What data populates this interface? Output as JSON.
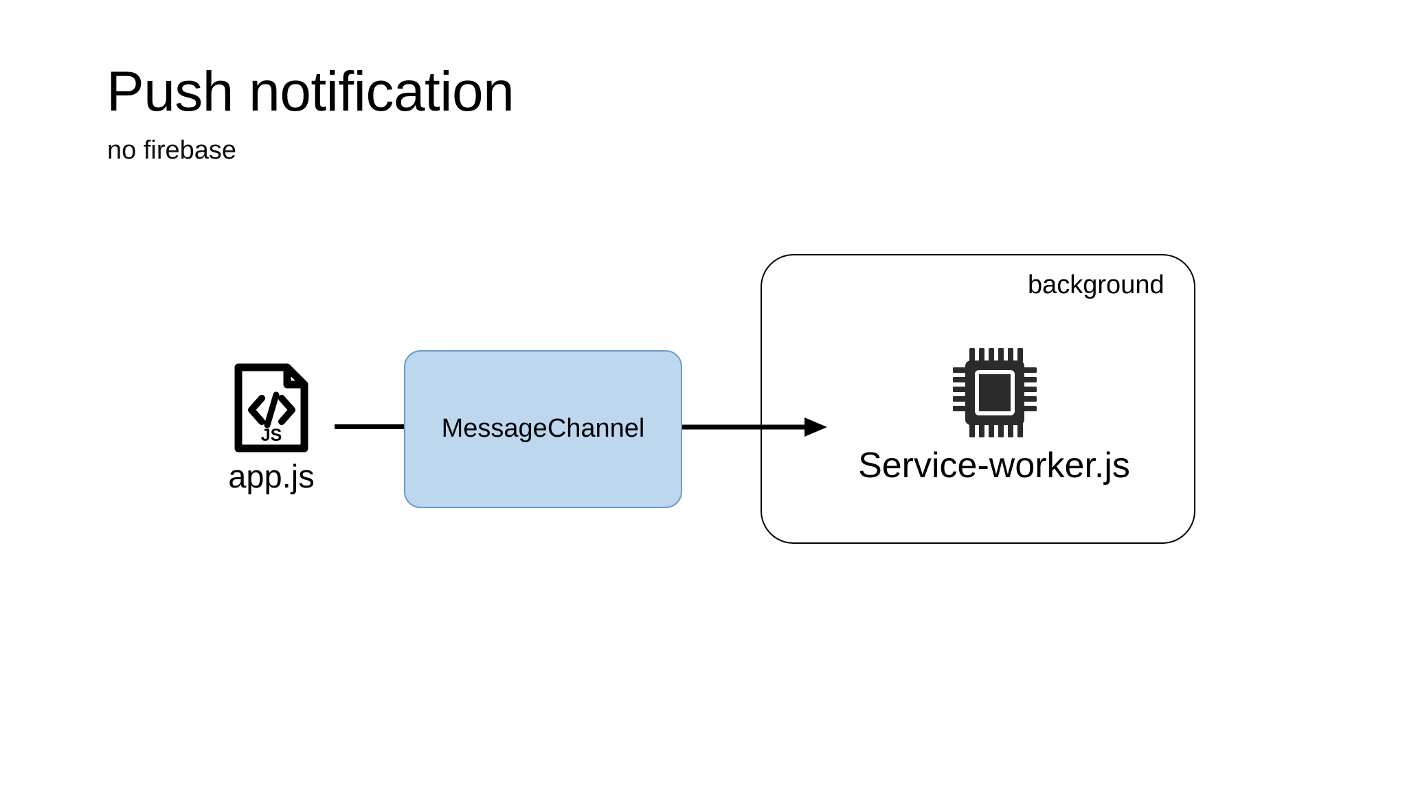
{
  "slide": {
    "title": "Push notification",
    "subtitle": "no firebase",
    "background_color": "#ffffff",
    "text_color": "#000000"
  },
  "diagram": {
    "type": "flow",
    "nodes": [
      {
        "id": "appjs",
        "label": "app.js",
        "icon": "js-file-icon",
        "icon_text_primary": "</>",
        "icon_text_secondary": "JS",
        "shape": "icon-with-label",
        "color": "#000000"
      },
      {
        "id": "messagechannel",
        "label": "MessageChannel",
        "shape": "rounded-rectangle",
        "fill": "#bcd7ee",
        "stroke": "#6e9dc6"
      },
      {
        "id": "serviceworker",
        "label": "Service-worker.js",
        "icon": "cpu-chip-icon",
        "shape": "icon-with-label",
        "color": "#2b2b2b"
      }
    ],
    "groups": [
      {
        "id": "background-group",
        "label": "background",
        "shape": "rounded-rectangle",
        "fill": "transparent",
        "stroke": "#000000",
        "contains": [
          "serviceworker"
        ],
        "label_position": "top-right"
      }
    ],
    "edges": [
      {
        "id": "edge-appjs-messagechannel",
        "from": "appjs",
        "to": "messagechannel",
        "style": "solid",
        "arrowhead": "none",
        "color": "#000000"
      },
      {
        "id": "edge-messagechannel-serviceworker",
        "from": "messagechannel",
        "to": "background-group",
        "style": "solid",
        "arrowhead": "triangle",
        "color": "#000000"
      }
    ]
  }
}
